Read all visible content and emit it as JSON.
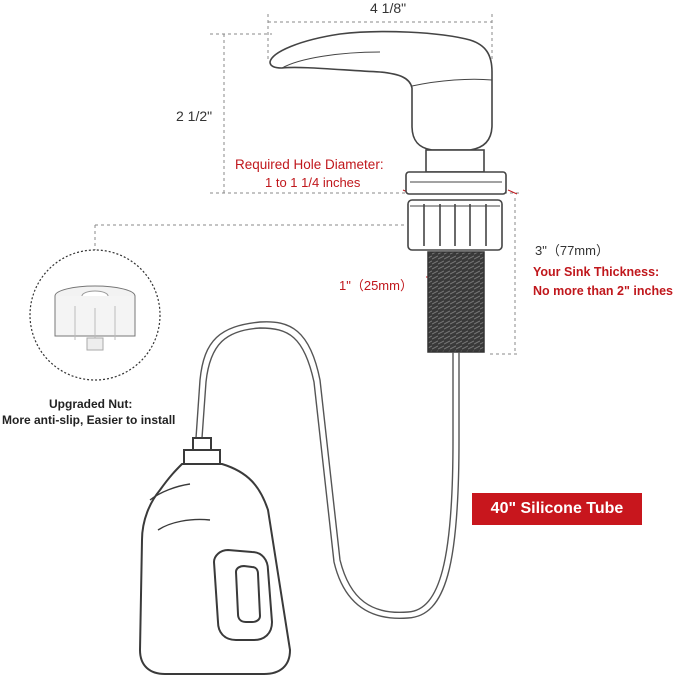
{
  "dimensions": {
    "width": "4 1/8\"",
    "height": "2 1/2\"",
    "shank_length": "3\"（77mm）",
    "tube_diameter": "1\"（25mm）"
  },
  "hole": {
    "title": "Required Hole Diameter:",
    "value": "1 to 1 1/4 inches"
  },
  "sink": {
    "title": "Your Sink Thickness:",
    "value": "No more than 2\" inches"
  },
  "nut": {
    "title": "Upgraded Nut:",
    "description": "More anti-slip, Easier to install"
  },
  "tube_badge": "40\" Silicone Tube",
  "colors": {
    "accent_red": "#c8161d",
    "text_red": "#c0171c",
    "badge_text": "#ffffff",
    "line": "#555555",
    "dim_line": "#888888"
  }
}
